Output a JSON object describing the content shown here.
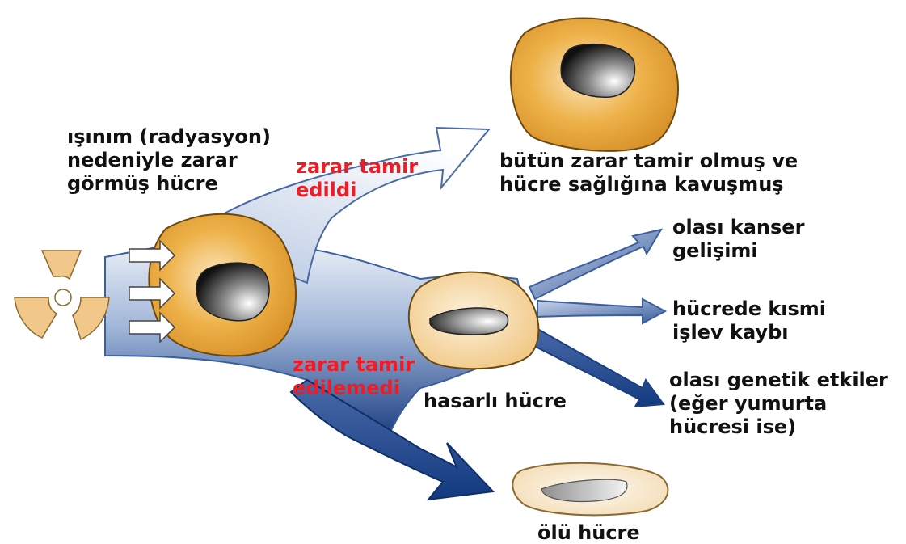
{
  "colors": {
    "cell_orange": "#e8a52e",
    "cell_light": "#f7d7a0",
    "stream_light": "#dde6f2",
    "stream_dark": "#1c3f82",
    "warning_red": "#ee1c25",
    "text": "#111111"
  },
  "labels": {
    "damaged_cell": [
      "ışınım (radyasyon)",
      "nedeniyle zarar",
      "görmüş hücre"
    ],
    "repaired_arrow": [
      "zarar tamir",
      "edildi"
    ],
    "repaired_result": [
      "bütün zarar tamir olmuş ve",
      "hücre sağlığına kavuşmuş"
    ],
    "cancer": [
      "olası kanser",
      "gelişimi"
    ],
    "partial_loss": [
      "hücrede kısmi",
      "işlev kaybı"
    ],
    "genetic": [
      "olası genetik etkiler",
      "(eğer yumurta",
      "hücresi ise)"
    ],
    "not_repaired_arrow": [
      "zarar tamir",
      "edilemedi"
    ],
    "injured_cell": "hasarlı hücre",
    "dead_cell": "ölü hücre"
  },
  "icons": {
    "radiation": "radiation-icon",
    "rays": "incoming-ray-arrow-icon"
  }
}
